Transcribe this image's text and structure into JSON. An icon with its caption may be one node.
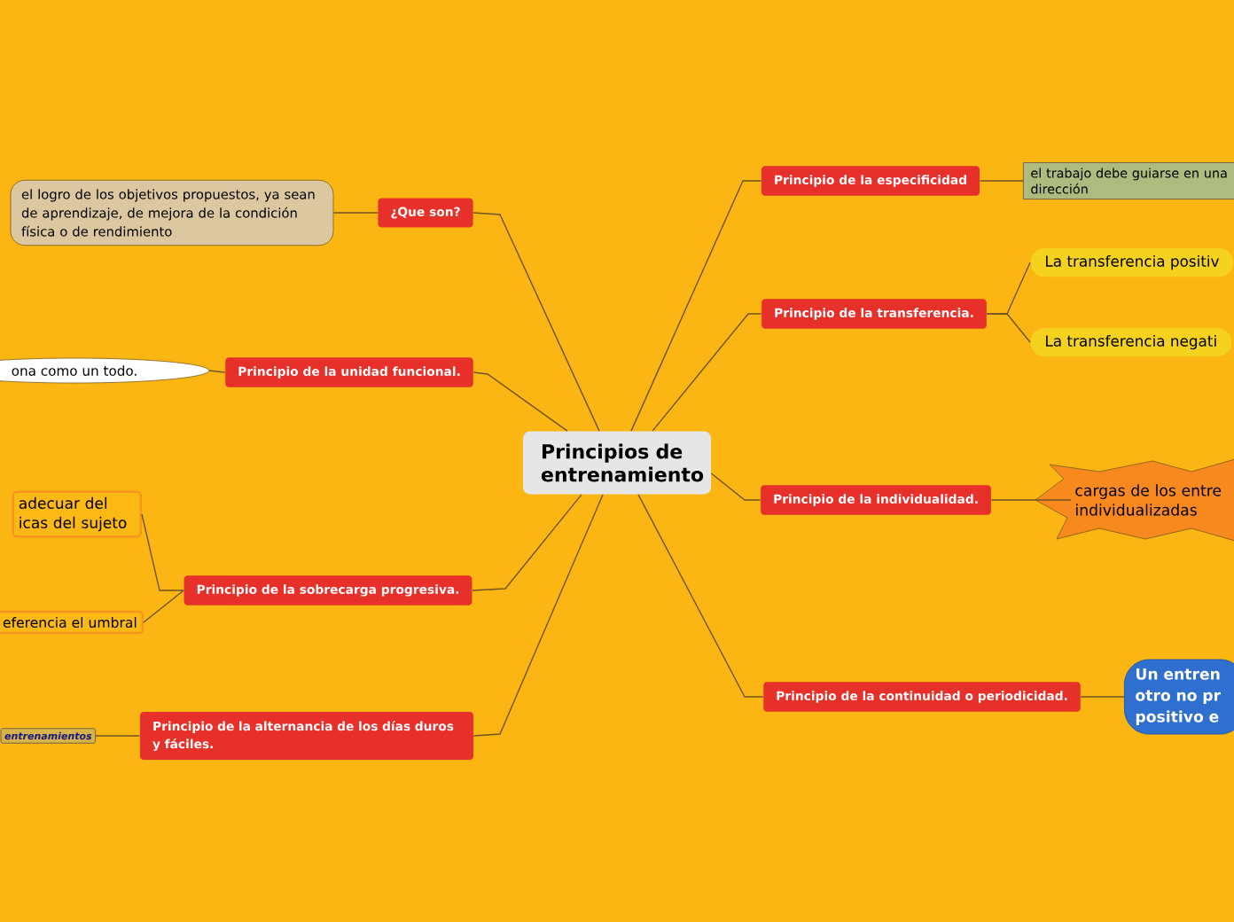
{
  "diagram": {
    "nodes": [
      {
        "text": [
          "Principios de entrenamiento"
        ]
      },
      {
        "text": [
          "¿Que son?"
        ]
      },
      {
        "text": [
          "el logro de los objetivos propuestos, ya sean de aprendizaje, de mejora de la condición física o de  rendimiento"
        ]
      },
      {
        "text": [
          "Principio de la unidad funcional."
        ]
      },
      {
        "text": [
          "ona como un todo."
        ]
      },
      {
        "text": [
          "Principio de la sobrecarga progresiva."
        ]
      },
      {
        "text": [
          "adecuar del icas del sujeto"
        ]
      },
      {
        "text": [
          "eferencia el umbral"
        ]
      },
      {
        "text": [
          "Principio de la alternancia de los días duros y fáciles."
        ]
      },
      {
        "text": [
          "entrenamientos"
        ]
      },
      {
        "text": [
          "Principio de la especificidad"
        ]
      },
      {
        "text": [
          "el trabajo debe guiarse en una dirección"
        ]
      },
      {
        "text": [
          "Principio de la transferencia."
        ]
      },
      {
        "text": [
          "La transferencia positiv"
        ]
      },
      {
        "text": [
          "La transferencia negati"
        ]
      },
      {
        "text": [
          "Principio de la individualidad."
        ]
      },
      {
        "text": [
          "cargas de  los entre individualizadas"
        ]
      },
      {
        "text": [
          "Principio de la continuidad o periodicidad."
        ]
      },
      {
        "text": [
          "Un entren otro no pr positivo e"
        ]
      }
    ],
    "edges": [
      {
        "from": 0,
        "to": 1,
        "arrow": "none"
      },
      {
        "from": 1,
        "to": 2,
        "arrow": "none"
      },
      {
        "from": 0,
        "to": 3,
        "arrow": "none"
      },
      {
        "from": 3,
        "to": 4,
        "arrow": "none"
      },
      {
        "from": 0,
        "to": 5,
        "arrow": "none"
      },
      {
        "from": 5,
        "to": 6,
        "arrow": "none"
      },
      {
        "from": 5,
        "to": 7,
        "arrow": "none"
      },
      {
        "from": 0,
        "to": 8,
        "arrow": "none"
      },
      {
        "from": 8,
        "to": 9,
        "arrow": "none"
      },
      {
        "from": 0,
        "to": 10,
        "arrow": "none"
      },
      {
        "from": 10,
        "to": 11,
        "arrow": "none"
      },
      {
        "from": 0,
        "to": 12,
        "arrow": "none"
      },
      {
        "from": 12,
        "to": 13,
        "arrow": "none"
      },
      {
        "from": 12,
        "to": 14,
        "arrow": "none"
      },
      {
        "from": 0,
        "to": 15,
        "arrow": "none"
      },
      {
        "from": 15,
        "to": 16,
        "arrow": "none"
      },
      {
        "from": 0,
        "to": 17,
        "arrow": "none"
      },
      {
        "from": 17,
        "to": 18,
        "arrow": "none"
      }
    ]
  }
}
